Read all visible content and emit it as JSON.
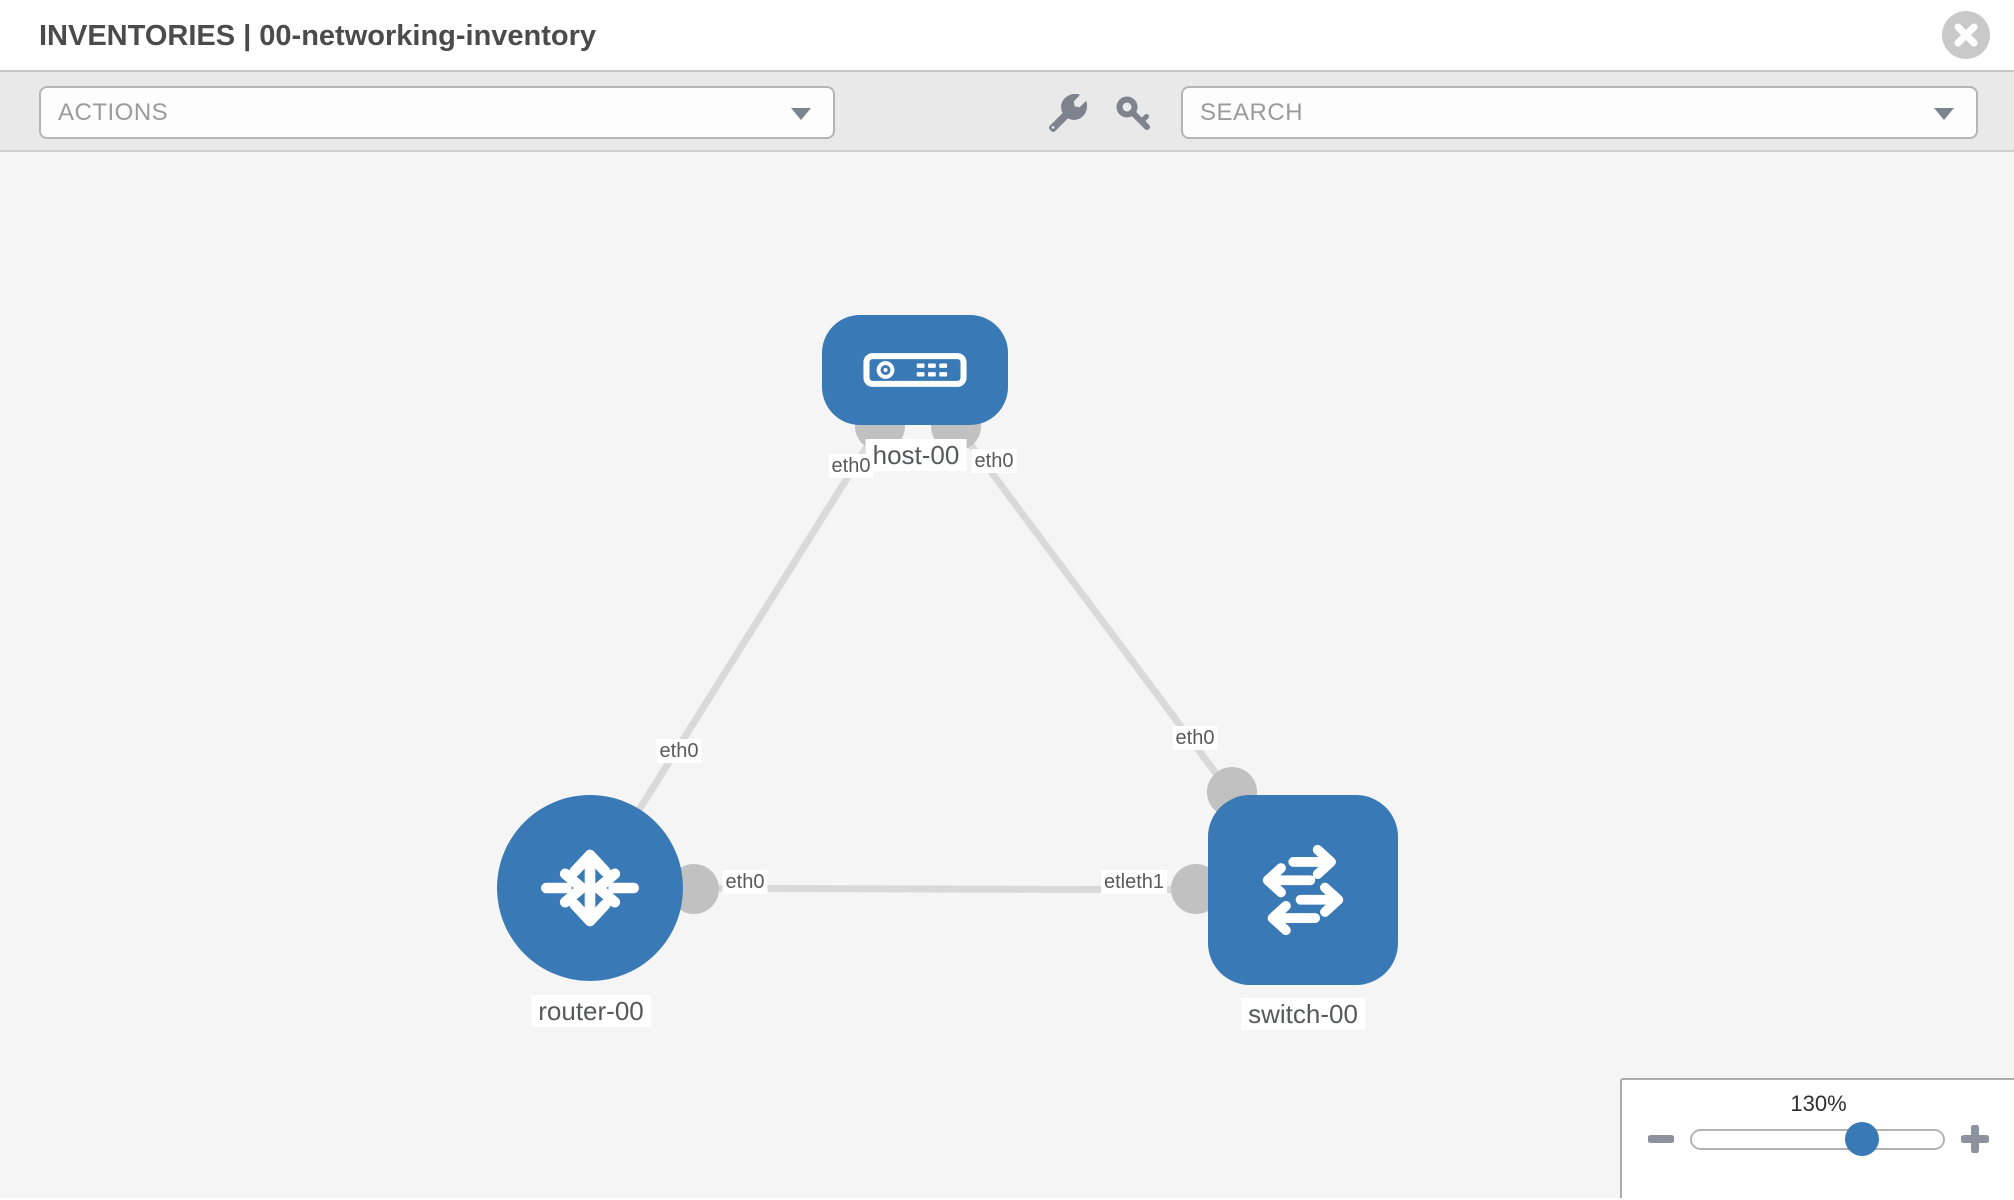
{
  "header": {
    "title": "INVENTORIES | 00-networking-inventory"
  },
  "toolbar": {
    "actions_label": "ACTIONS",
    "search_label": "SEARCH"
  },
  "topology": {
    "nodes": [
      {
        "id": "host-00",
        "type": "host",
        "label": "host-00"
      },
      {
        "id": "router-00",
        "type": "router",
        "label": "router-00"
      },
      {
        "id": "switch-00",
        "type": "switch",
        "label": "switch-00"
      }
    ],
    "links": [
      {
        "from": "router-00",
        "to": "host-00",
        "from_label": "eth0",
        "to_label": "eth0"
      },
      {
        "from": "switch-00",
        "to": "host-00",
        "from_label": "eth0",
        "to_label": "eth0"
      },
      {
        "from": "router-00",
        "to": "switch-00",
        "from_label": "eth0",
        "to_label": "etleth1"
      }
    ]
  },
  "zoom_control": {
    "level": "130%"
  },
  "colors": {
    "node_blue": "#3879b6",
    "link_gray": "#d9d9d9",
    "connector_gray": "#c1c1c1",
    "canvas_bg": "#f5f5f5",
    "toolbar_bg": "#e9e9e9"
  }
}
